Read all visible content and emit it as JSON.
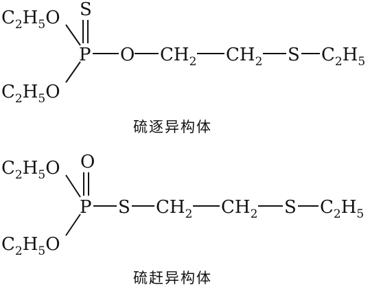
{
  "colors": {
    "ink": "#111111",
    "background": "#ffffff"
  },
  "structures": [
    {
      "caption": "硫逐异构体",
      "top_label": "S",
      "left_groups": [
        {
          "base": "C",
          "sub1": "2",
          "mid": "H",
          "sub2": "5",
          "tail": "O"
        },
        {
          "base": "C",
          "sub1": "2",
          "mid": "H",
          "sub2": "5",
          "tail": "O"
        }
      ],
      "phosphorus": "P",
      "chain": [
        {
          "base": "O"
        },
        {
          "base": "CH",
          "sub": "2"
        },
        {
          "base": "CH",
          "sub": "2"
        },
        {
          "base": "S"
        },
        {
          "base": "C",
          "sub1": "2",
          "mid": "H",
          "sub2": "5"
        }
      ]
    },
    {
      "caption": "硫赶异构体",
      "top_label": "O",
      "left_groups": [
        {
          "base": "C",
          "sub1": "2",
          "mid": "H",
          "sub2": "5",
          "tail": "O"
        },
        {
          "base": "C",
          "sub1": "2",
          "mid": "H",
          "sub2": "5",
          "tail": "O"
        }
      ],
      "phosphorus": "P",
      "chain": [
        {
          "base": "S"
        },
        {
          "base": "CH",
          "sub": "2"
        },
        {
          "base": "CH",
          "sub": "2"
        },
        {
          "base": "S"
        },
        {
          "base": "C",
          "sub1": "2",
          "mid": "H",
          "sub2": "5"
        }
      ]
    }
  ]
}
